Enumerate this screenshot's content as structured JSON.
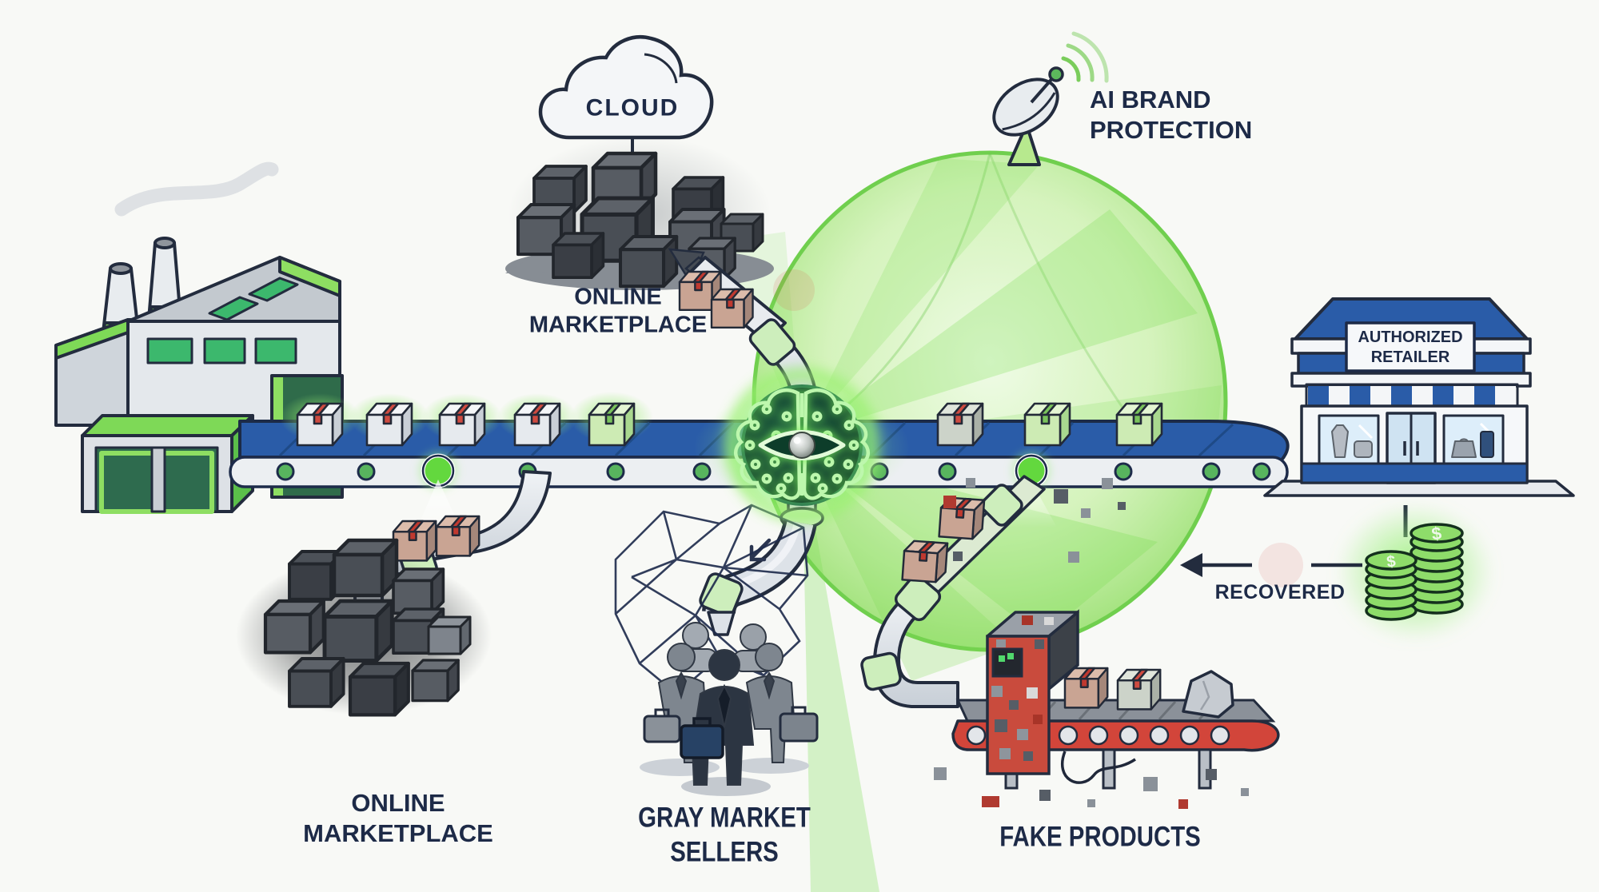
{
  "title": "AI brand protection supply chain diagram",
  "colors": {
    "background": "#f8f9f6",
    "text_navy": "#1d2a47",
    "outline_navy": "#232c3e",
    "belt_blue": "#2a5ca8",
    "accent_green": "#6fce4e",
    "glow_green": "#8fe95f",
    "alert_red": "#d9534a",
    "machine_red": "#c94b3d",
    "coin_green": "#8edc6a",
    "dark_box_gray": "#4a4f57",
    "pipe_gray": "#dde2e8"
  },
  "labels": {
    "cloud": "CLOUD",
    "marketplace_top": {
      "line1": "ONLINE",
      "line2": "MARKETPLACE"
    },
    "ai_protection": {
      "line1": "AI BRAND",
      "line2": "PROTECTION"
    },
    "marketplace_bottom": {
      "line1": "ONLINE",
      "line2": "MARKETPLACE"
    },
    "gray_market": {
      "line1": "GRAY MARKET",
      "line2": "SELLERS"
    },
    "fake_products": "FAKE PRODUCTS",
    "recovered": "RECOVERED",
    "authorized_retailer": {
      "line1": "AUTHORIZED",
      "line2": "RETAILER"
    }
  },
  "coins": {
    "symbol": "$"
  },
  "icons": {
    "factory": "factory-icon",
    "cloud": "cloud-icon",
    "satellite": "satellite-dish-icon",
    "ai_scanner": "ai-brain-eye-icon",
    "shield": "green-dome-shield",
    "counterfeit_pile": "dark-boxes-pile-icon",
    "sellers": "businesspeople-icon",
    "fake_machine": "glitch-machine-icon",
    "coins": "dollar-coin-stacks-icon",
    "store": "retail-store-icon",
    "reject": "red-x-icon"
  }
}
